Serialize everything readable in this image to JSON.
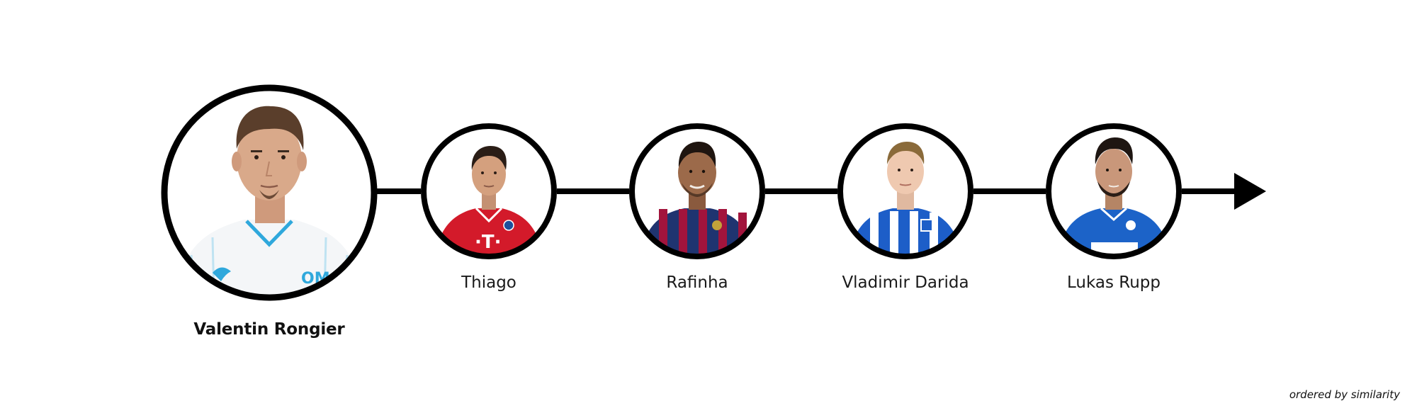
{
  "main_player": {
    "name": "Valentin Rongier",
    "jersey": "Olympique de Marseille home kit (white with light-blue stripes)"
  },
  "similar_players": [
    {
      "name": "Thiago",
      "jersey": "Bayern München red kit"
    },
    {
      "name": "Rafinha",
      "jersey": "FC Barcelona blaugrana kit"
    },
    {
      "name": "Vladimir Darida",
      "jersey": "Hertha BSC blue-white striped kit"
    },
    {
      "name": "Lukas Rupp",
      "jersey": "TSG Hoffenheim blue kit"
    }
  ],
  "footnote": "ordered by similarity",
  "colors": {
    "line": "#000000",
    "background": "#ffffff",
    "marseille_white": "#f4f6f8",
    "marseille_blue": "#2fa8dc",
    "bayern_red": "#d31a2a",
    "barca_blue": "#1f3470",
    "barca_garnet": "#a2143c",
    "hertha_blue": "#1d5ec8",
    "hoffenheim_blue": "#1c63c8",
    "skin": "#d9a98a",
    "hair_dark": "#2a1d16"
  }
}
